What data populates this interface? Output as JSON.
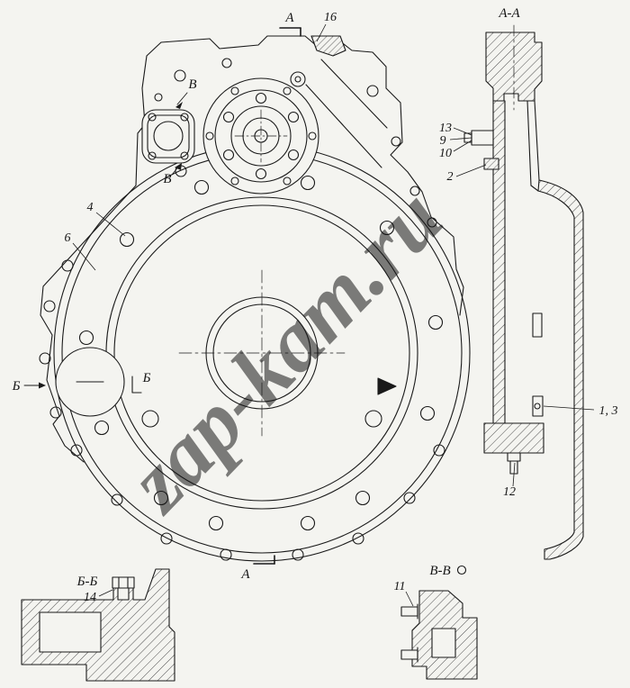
{
  "page": {
    "background": "#f4f4f0",
    "ink": "#1a1a1a"
  },
  "watermark": {
    "text": "zap-kam.ru",
    "color": "#c6c6c6"
  },
  "titles": {
    "section_aa": "А-А",
    "section_bb": "Б-Б",
    "section_vv": "В-В"
  },
  "markers": {
    "a_top": "А",
    "a_bottom": "А",
    "b_outer": "Б",
    "b_inner": "Б",
    "v_upper": "В",
    "v_lower": "В"
  },
  "callouts": {
    "n16": "16",
    "n13": "13",
    "n9": "9",
    "n10": "10",
    "n2": "2",
    "n4": "4",
    "n6": "6",
    "n1_3": "1, 3",
    "n12": "12",
    "n14": "14",
    "n11": "11"
  }
}
